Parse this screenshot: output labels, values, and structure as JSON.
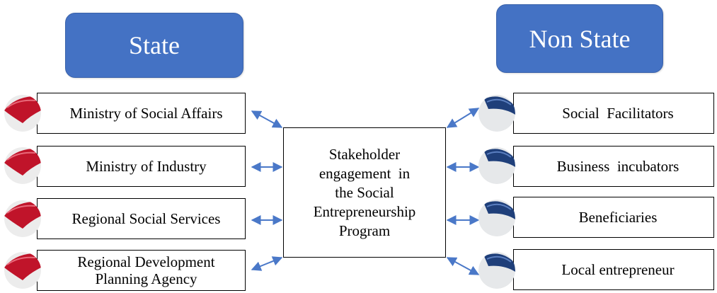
{
  "headers": {
    "state": "State",
    "non_state": "Non State"
  },
  "center": {
    "lines": [
      "Stakeholder",
      "engagement  in",
      "the Social",
      "Entrepreneurship",
      "Program"
    ]
  },
  "state_items": [
    {
      "label": "Ministry of Social Affairs"
    },
    {
      "label": "Ministry of Industry"
    },
    {
      "label": "Regional Social Services"
    },
    {
      "label": "Regional Development Planning Agency"
    }
  ],
  "non_state_items": [
    {
      "label": "Social  Facilitators"
    },
    {
      "label": "Business  incubators"
    },
    {
      "label": "Beneficiaries"
    },
    {
      "label": "Local entrepreneur"
    }
  ],
  "colors": {
    "header_fill": "#4472c4",
    "arrow": "#4a78c8",
    "state_ball": "#c0142a",
    "non_state_ball": "#1f3f7a"
  }
}
